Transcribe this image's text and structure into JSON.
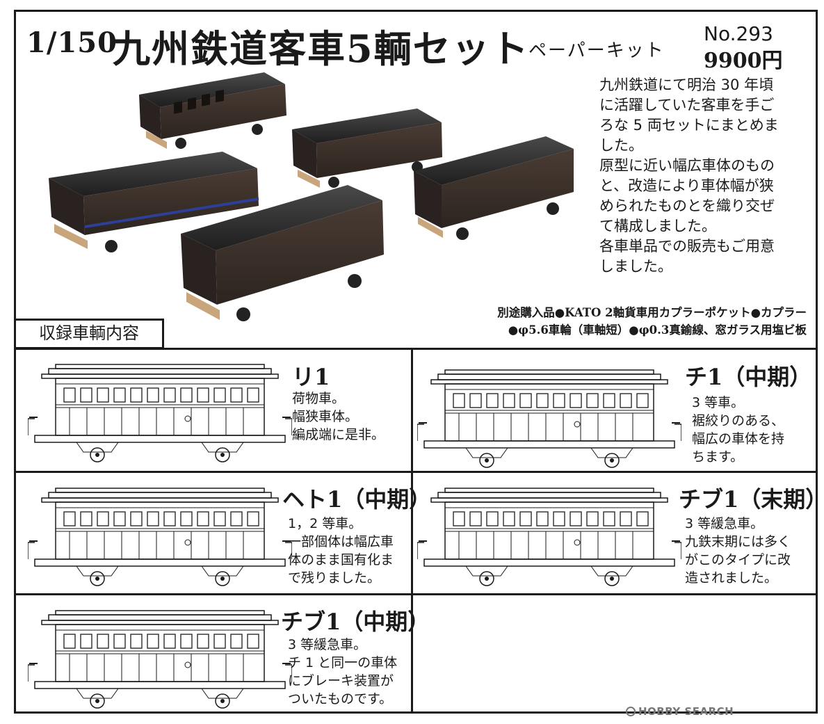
{
  "header": {
    "scale": "1/150",
    "title": "九州鉄道客車5輌セット",
    "subtitle": "ペーパーキット",
    "product_no": "No.293",
    "price": "9900円"
  },
  "description": [
    "九州鉄道にて明治 30 年頃",
    "に活躍していた客車を手ご",
    "ろな 5 両セットにまとめま",
    "した。",
    "原型に近い幅広車体のもの",
    "と、改造により車体幅が狭",
    "められたものとを織り交ぜ",
    "て構成しました。",
    "各車単品での販売もご用意",
    "しました。"
  ],
  "extras": {
    "line1": "別途購入品●KATO 2軸貨車用カプラーポケット●カプラー",
    "line2": "●φ5.6車輪（車軸短）●φ0.3真鍮線、窓ガラス用塩ビ板"
  },
  "section_label": "収録車輌内容",
  "cars": [
    {
      "name": "リ1",
      "lines": [
        "荷物車。",
        "幅狭車体。",
        "編成端に是非。"
      ]
    },
    {
      "name": "チ1（中期）",
      "lines": [
        "3 等車。",
        "裾絞りのある、",
        "幅広の車体を持",
        "ちます。"
      ]
    },
    {
      "name": "ヘト1（中期）",
      "lines": [
        "1，2 等車。",
        "一部個体は幅広車",
        "体のまま国有化ま",
        "で残りました。"
      ]
    },
    {
      "name": "チブ1（末期）",
      "lines": [
        "3 等緩急車。",
        "九鉄末期には多く",
        "がこのタイプに改",
        "造されました。"
      ]
    },
    {
      "name": "チブ1（中期）",
      "lines": [
        "3 等緩急車。",
        "チ 1 と同一の車体",
        "にブレーキ装置が",
        "ついたものです。"
      ]
    }
  ],
  "watermark": "HOBBY SEARCH",
  "colors": {
    "border": "#1a1a1a",
    "car_body": "#3b302b",
    "car_roof": "#2a2a2a",
    "card_base": "#c9a57c",
    "stripe": "#2e3f9a"
  }
}
